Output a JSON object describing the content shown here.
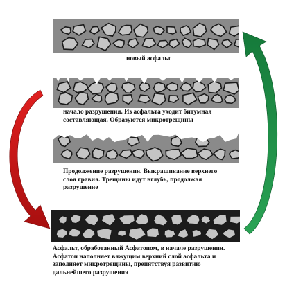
{
  "stages": [
    {
      "id": "new",
      "caption": "новый асфальт",
      "surface": "intact",
      "binder": "#8a8a8a"
    },
    {
      "id": "start",
      "caption": "начало разрушения. Из асфальта уходит битумная\nсоставляющая. Образуются микротрещины",
      "surface": "cracked",
      "binder": "#8a8a8a"
    },
    {
      "id": "progress",
      "caption": "Продолжение разрушения. Выкрашивание верхнего\nслоя гравия. Трещины идут вглубь, продолжая\nразрушение",
      "surface": "eroded",
      "binder": "#8a8a8a"
    },
    {
      "id": "treated",
      "caption": "Асфальт, обработанный Асфатопом, в начале разрушения.\nАсфатоп наполняет вяжущим верхний слой асфальта и\nзаполняет микротрещины, препятствуя развитию\nдальнейшего разрушения",
      "surface": "sealed",
      "binder": "#1c1c1c"
    }
  ],
  "colors": {
    "stone_fill": "#c4c4c4",
    "stone_stroke": "#1a1a1a",
    "binder": "#8a8a8a",
    "binder_treated": "#1c1c1c",
    "arrow_down": "#d41c1c",
    "arrow_up": "#1f8f4a"
  },
  "arrows": [
    {
      "name": "degradation-arrow",
      "direction": "down",
      "color_key": "arrow_down"
    },
    {
      "name": "restoration-arrow",
      "direction": "up",
      "color_key": "arrow_up"
    }
  ]
}
